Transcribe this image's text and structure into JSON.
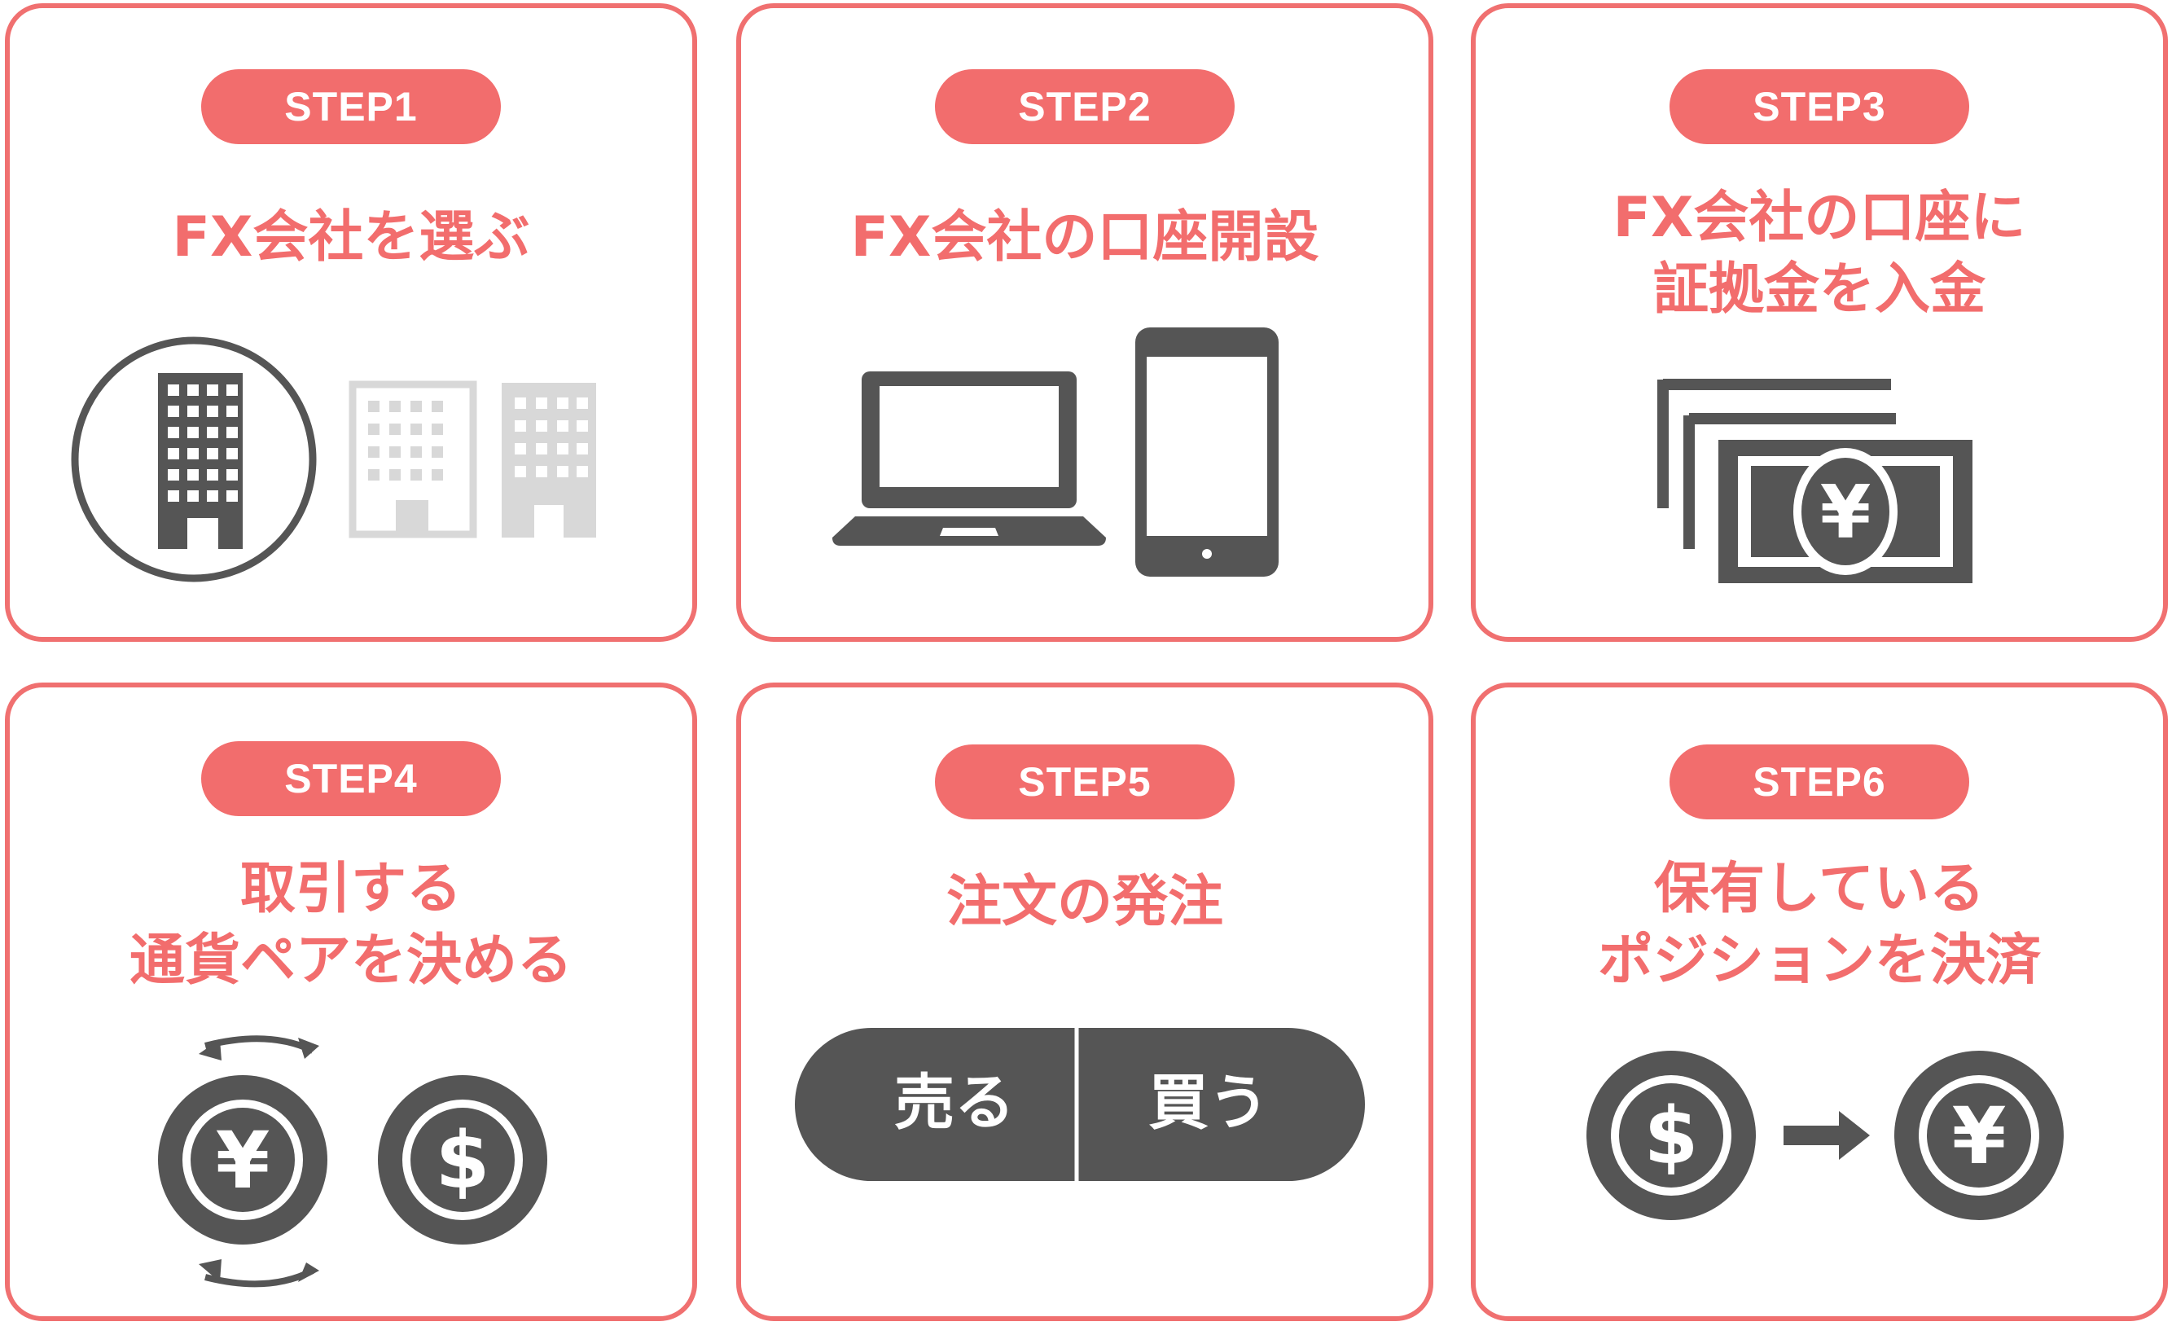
{
  "colors": {
    "accent": "#f26d6d",
    "border": "#f07070",
    "icon": "#555555",
    "icon_light": "#d8d8d8"
  },
  "steps": [
    {
      "badge": "STEP1",
      "title": [
        "FX会社を選ぶ"
      ],
      "icon": "building-selection-icon"
    },
    {
      "badge": "STEP2",
      "title": [
        "FX会社の口座開設"
      ],
      "icon": "laptop-smartphone-icon"
    },
    {
      "badge": "STEP3",
      "title": [
        "FX会社の口座に",
        "証拠金を入金"
      ],
      "icon": "yen-banknotes-icon"
    },
    {
      "badge": "STEP4",
      "title": [
        "取引する",
        "通貨ペアを決める"
      ],
      "icon": "currency-exchange-icon",
      "coins": [
        "¥",
        "$"
      ]
    },
    {
      "badge": "STEP5",
      "title": [
        "注文の発注"
      ],
      "icon": "order-buttons-icon",
      "order": {
        "sell": "売る",
        "buy": "買う"
      }
    },
    {
      "badge": "STEP6",
      "title": [
        "保有している",
        "ポジションを決済"
      ],
      "icon": "settlement-icon",
      "coins": [
        "$",
        "¥"
      ]
    }
  ]
}
